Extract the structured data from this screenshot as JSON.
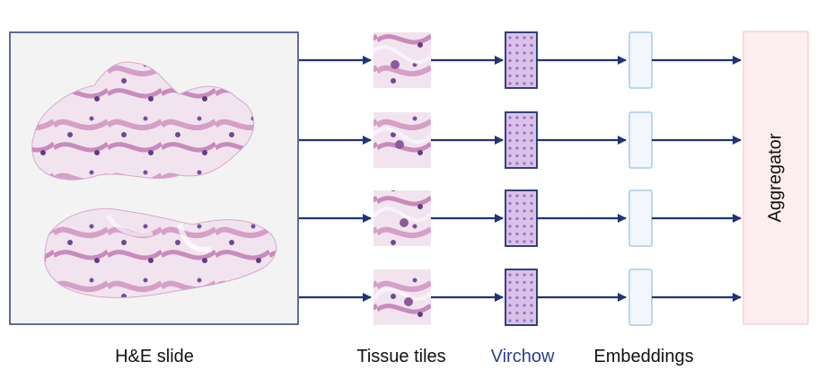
{
  "labels": {
    "slide": "H&E slide",
    "tiles": "Tissue tiles",
    "model": "Virchow",
    "embeddings": "Embeddings",
    "aggregator": "Aggregator"
  },
  "colors": {
    "arrow": "#1f3378",
    "slide_border": "#2d3e7c",
    "slide_bg": "#f3f3f3",
    "tissue": "#e2b6d6",
    "tissue_dark": "#8a5b9c",
    "model_fill": "#d8c2e8",
    "model_border": "#1f2f6e",
    "embedding_border": "#a9c8ee",
    "embedding_fill": "#f2f7fe",
    "aggregator_fill": "#fdeef0",
    "aggregator_border": "#f2c9cf",
    "accent_text": "#2b3f8c"
  },
  "pipeline_rows": 4
}
